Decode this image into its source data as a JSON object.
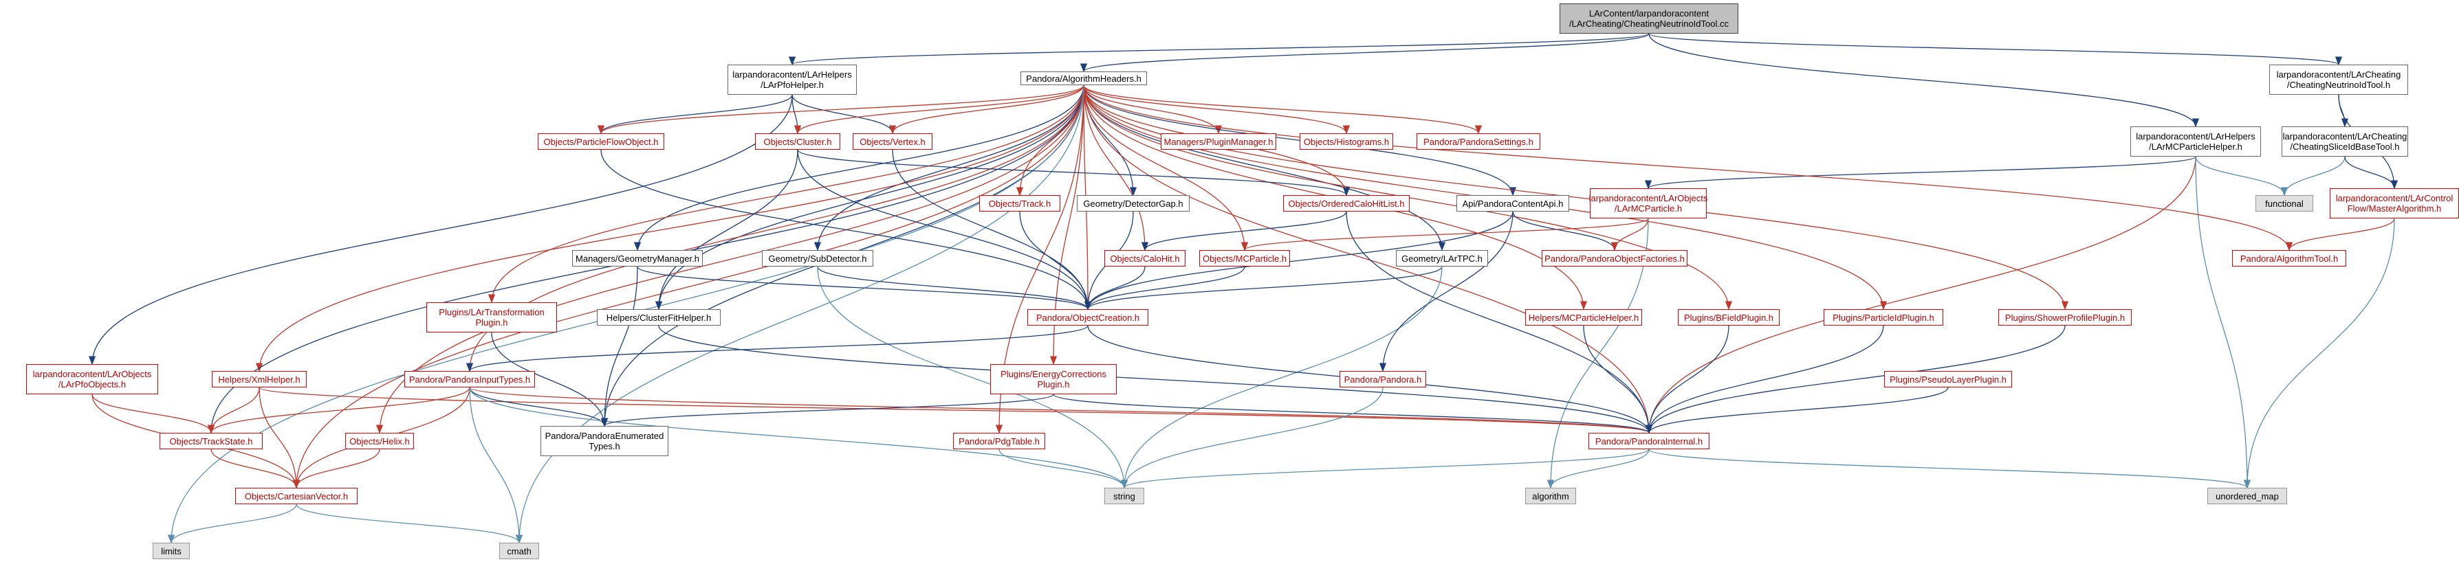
{
  "edge_colors": {
    "navy": "#1c3e7a",
    "red": "#c0392b",
    "teal": "#5a8fb0",
    "grey": "#808080"
  },
  "nodes": [
    {
      "id": "root",
      "label": "LArContent/larpandoracontent\n/LArCheating/CheatingNeutrinoIdTool.cc",
      "kind": "root"
    },
    {
      "id": "lpfohelperh",
      "label": "larpandoracontent/LArHelpers\n/LArPfoHelper.h",
      "kind": "normal"
    },
    {
      "id": "algheaders",
      "label": "Pandora/AlgorithmHeaders.h",
      "kind": "normal"
    },
    {
      "id": "mcphelper",
      "label": "larpandoracontent/LArHelpers\n/LArMCParticleHelper.h",
      "kind": "normal"
    },
    {
      "id": "cheatnutool",
      "label": "larpandoracontent/LArCheating\n/CheatingNeutrinoIdTool.h",
      "kind": "normal"
    },
    {
      "id": "slicetool",
      "label": "larpandoracontent/LArCheating\n/CheatingSliceIdBaseTool.h",
      "kind": "normal"
    },
    {
      "id": "masteralg",
      "label": "larpandoracontent/LArControl\nFlow/MasterAlgorithm.h",
      "kind": "red"
    },
    {
      "id": "functional",
      "label": "functional",
      "kind": "sys"
    },
    {
      "id": "pfoobj",
      "label": "Objects/ParticleFlowObject.h",
      "kind": "red"
    },
    {
      "id": "cluster",
      "label": "Objects/Cluster.h",
      "kind": "red"
    },
    {
      "id": "vertex",
      "label": "Objects/Vertex.h",
      "kind": "red"
    },
    {
      "id": "pluginmgr",
      "label": "Managers/PluginManager.h",
      "kind": "red"
    },
    {
      "id": "histograms",
      "label": "Objects/Histograms.h",
      "kind": "red"
    },
    {
      "id": "pandorasettings",
      "label": "Pandora/PandoraSettings.h",
      "kind": "red"
    },
    {
      "id": "lmcparticle",
      "label": "larpandoracontent/LArObjects\n/LArMCParticle.h",
      "kind": "red"
    },
    {
      "id": "pcapi",
      "label": "Api/PandoraContentApi.h",
      "kind": "normal"
    },
    {
      "id": "orderedcalo",
      "label": "Objects/OrderedCaloHitList.h",
      "kind": "red"
    },
    {
      "id": "track",
      "label": "Objects/Track.h",
      "kind": "red"
    },
    {
      "id": "detgap",
      "label": "Geometry/DetectorGap.h",
      "kind": "normal"
    },
    {
      "id": "geommgr",
      "label": "Managers/GeometryManager.h",
      "kind": "normal"
    },
    {
      "id": "subdet",
      "label": "Geometry/SubDetector.h",
      "kind": "normal"
    },
    {
      "id": "calohit",
      "label": "Objects/CaloHit.h",
      "kind": "red"
    },
    {
      "id": "mcparticle",
      "label": "Objects/MCParticle.h",
      "kind": "red"
    },
    {
      "id": "lartpc",
      "label": "Geometry/LArTPC.h",
      "kind": "normal"
    },
    {
      "id": "objfactories",
      "label": "Pandora/PandoraObjectFactories.h",
      "kind": "red"
    },
    {
      "id": "algtool",
      "label": "Pandora/AlgorithmTool.h",
      "kind": "red"
    },
    {
      "id": "objcreation",
      "label": "Pandora/ObjectCreation.h",
      "kind": "red"
    },
    {
      "id": "transplugin",
      "label": "Plugins/LArTransformation\nPlugin.h",
      "kind": "red"
    },
    {
      "id": "clusterfit",
      "label": "Helpers/ClusterFitHelper.h",
      "kind": "normal"
    },
    {
      "id": "mcphelper2",
      "label": "Helpers/MCParticleHelper.h",
      "kind": "red"
    },
    {
      "id": "bfield",
      "label": "Plugins/BFieldPlugin.h",
      "kind": "red"
    },
    {
      "id": "pidplugin",
      "label": "Plugins/ParticleIdPlugin.h",
      "kind": "red"
    },
    {
      "id": "showerplugin",
      "label": "Plugins/ShowerProfilePlugin.h",
      "kind": "red"
    },
    {
      "id": "lpfoobjects",
      "label": "larpandoracontent/LArObjects\n/LArPfoObjects.h",
      "kind": "red"
    },
    {
      "id": "xmlhelper",
      "label": "Helpers/XmlHelper.h",
      "kind": "red"
    },
    {
      "id": "inputtypes",
      "label": "Pandora/PandoraInputTypes.h",
      "kind": "red"
    },
    {
      "id": "energycorr",
      "label": "Plugins/EnergyCorrections\nPlugin.h",
      "kind": "red"
    },
    {
      "id": "pandorah",
      "label": "Pandora/Pandora.h",
      "kind": "red"
    },
    {
      "id": "pseudolayer",
      "label": "Plugins/PseudoLayerPlugin.h",
      "kind": "red"
    },
    {
      "id": "trackstate",
      "label": "Objects/TrackState.h",
      "kind": "red"
    },
    {
      "id": "helix",
      "label": "Objects/Helix.h",
      "kind": "red"
    },
    {
      "id": "enumtypes",
      "label": "Pandora/PandoraEnumerated\nTypes.h",
      "kind": "normal"
    },
    {
      "id": "pdgtable",
      "label": "Pandora/PdgTable.h",
      "kind": "red"
    },
    {
      "id": "internal",
      "label": "Pandora/PandoraInternal.h",
      "kind": "red"
    },
    {
      "id": "cartesian",
      "label": "Objects/CartesianVector.h",
      "kind": "red"
    },
    {
      "id": "string",
      "label": "string",
      "kind": "sys"
    },
    {
      "id": "algorithm",
      "label": "algorithm",
      "kind": "sys"
    },
    {
      "id": "unordered",
      "label": "unordered_map",
      "kind": "sys"
    },
    {
      "id": "limits",
      "label": "limits",
      "kind": "sys"
    },
    {
      "id": "cmath",
      "label": "cmath",
      "kind": "sys"
    }
  ],
  "edges": [
    [
      "root",
      "lpfohelperh",
      "navy"
    ],
    [
      "root",
      "algheaders",
      "navy"
    ],
    [
      "root",
      "mcphelper",
      "navy"
    ],
    [
      "root",
      "cheatnutool",
      "navy"
    ],
    [
      "cheatnutool",
      "slicetool",
      "navy"
    ],
    [
      "cheatnutool",
      "masteralg",
      "navy"
    ],
    [
      "slicetool",
      "functional",
      "teal"
    ],
    [
      "slicetool",
      "masteralg",
      "navy"
    ],
    [
      "masteralg",
      "algtool",
      "red"
    ],
    [
      "masteralg",
      "unordered",
      "teal"
    ],
    [
      "lpfohelperh",
      "cluster",
      "navy"
    ],
    [
      "lpfohelperh",
      "pfoobj",
      "navy"
    ],
    [
      "lpfohelperh",
      "vertex",
      "navy"
    ],
    [
      "lpfohelperh",
      "lpfoobjects",
      "navy"
    ],
    [
      "mcphelper",
      "functional",
      "teal"
    ],
    [
      "mcphelper",
      "lmcparticle",
      "navy"
    ],
    [
      "mcphelper",
      "internal",
      "red"
    ],
    [
      "mcphelper",
      "unordered",
      "teal"
    ],
    [
      "algheaders",
      "pfoobj",
      "red"
    ],
    [
      "algheaders",
      "cluster",
      "red"
    ],
    [
      "algheaders",
      "vertex",
      "red"
    ],
    [
      "algheaders",
      "pluginmgr",
      "red"
    ],
    [
      "algheaders",
      "histograms",
      "red"
    ],
    [
      "algheaders",
      "pandorasettings",
      "red"
    ],
    [
      "algheaders",
      "pcapi",
      "navy"
    ],
    [
      "algheaders",
      "orderedcalo",
      "red"
    ],
    [
      "algheaders",
      "track",
      "red"
    ],
    [
      "algheaders",
      "detgap",
      "navy"
    ],
    [
      "algheaders",
      "geommgr",
      "navy"
    ],
    [
      "algheaders",
      "subdet",
      "navy"
    ],
    [
      "algheaders",
      "calohit",
      "red"
    ],
    [
      "algheaders",
      "mcparticle",
      "red"
    ],
    [
      "algheaders",
      "lartpc",
      "navy"
    ],
    [
      "algheaders",
      "algtool",
      "red"
    ],
    [
      "algheaders",
      "objcreation",
      "red"
    ],
    [
      "algheaders",
      "transplugin",
      "red"
    ],
    [
      "algheaders",
      "clusterfit",
      "navy"
    ],
    [
      "algheaders",
      "mcphelper2",
      "red"
    ],
    [
      "algheaders",
      "bfield",
      "red"
    ],
    [
      "algheaders",
      "pidplugin",
      "red"
    ],
    [
      "algheaders",
      "showerplugin",
      "red"
    ],
    [
      "algheaders",
      "xmlhelper",
      "red"
    ],
    [
      "algheaders",
      "inputtypes",
      "red"
    ],
    [
      "algheaders",
      "energycorr",
      "red"
    ],
    [
      "algheaders",
      "trackstate",
      "navy"
    ],
    [
      "algheaders",
      "helix",
      "red"
    ],
    [
      "algheaders",
      "enumtypes",
      "navy"
    ],
    [
      "algheaders",
      "pdgtable",
      "red"
    ],
    [
      "algheaders",
      "internal",
      "red"
    ],
    [
      "algheaders",
      "cartesian",
      "red"
    ],
    [
      "algheaders",
      "limits",
      "teal"
    ],
    [
      "algheaders",
      "cmath",
      "teal"
    ],
    [
      "pfoobj",
      "objcreation",
      "navy"
    ],
    [
      "cluster",
      "objcreation",
      "navy"
    ],
    [
      "cluster",
      "orderedcalo",
      "navy"
    ],
    [
      "cluster",
      "clusterfit",
      "navy"
    ],
    [
      "vertex",
      "objcreation",
      "navy"
    ],
    [
      "track",
      "objcreation",
      "navy"
    ],
    [
      "detgap",
      "objcreation",
      "navy"
    ],
    [
      "geommgr",
      "objcreation",
      "navy"
    ],
    [
      "geommgr",
      "enumtypes",
      "navy"
    ],
    [
      "subdet",
      "objcreation",
      "navy"
    ],
    [
      "subdet",
      "string",
      "teal"
    ],
    [
      "calohit",
      "objcreation",
      "navy"
    ],
    [
      "mcparticle",
      "objcreation",
      "navy"
    ],
    [
      "lartpc",
      "objcreation",
      "navy"
    ],
    [
      "lartpc",
      "string",
      "teal"
    ],
    [
      "orderedcalo",
      "calohit",
      "navy"
    ],
    [
      "orderedcalo",
      "internal",
      "navy"
    ],
    [
      "pcapi",
      "objfactories",
      "navy"
    ],
    [
      "pcapi",
      "objcreation",
      "navy"
    ],
    [
      "pcapi",
      "pandorah",
      "navy"
    ],
    [
      "lmcparticle",
      "objfactories",
      "red"
    ],
    [
      "lmcparticle",
      "mcparticle",
      "red"
    ],
    [
      "lmcparticle",
      "algorithm",
      "teal"
    ],
    [
      "objcreation",
      "inputtypes",
      "navy"
    ],
    [
      "objcreation",
      "internal",
      "navy"
    ],
    [
      "transplugin",
      "enumtypes",
      "navy"
    ],
    [
      "clusterfit",
      "internal",
      "navy"
    ],
    [
      "mcphelper2",
      "internal",
      "navy"
    ],
    [
      "bfield",
      "internal",
      "navy"
    ],
    [
      "pidplugin",
      "internal",
      "navy"
    ],
    [
      "showerplugin",
      "internal",
      "navy"
    ],
    [
      "lpfoobjects",
      "trackstate",
      "red"
    ],
    [
      "lpfoobjects",
      "cartesian",
      "red"
    ],
    [
      "xmlhelper",
      "trackstate",
      "red"
    ],
    [
      "xmlhelper",
      "cartesian",
      "red"
    ],
    [
      "xmlhelper",
      "internal",
      "red"
    ],
    [
      "inputtypes",
      "trackstate",
      "red"
    ],
    [
      "inputtypes",
      "cartesian",
      "red"
    ],
    [
      "inputtypes",
      "enumtypes",
      "navy"
    ],
    [
      "inputtypes",
      "internal",
      "red"
    ],
    [
      "inputtypes",
      "string",
      "teal"
    ],
    [
      "inputtypes",
      "cmath",
      "teal"
    ],
    [
      "energycorr",
      "enumtypes",
      "navy"
    ],
    [
      "energycorr",
      "internal",
      "navy"
    ],
    [
      "pandorah",
      "string",
      "teal"
    ],
    [
      "pseudolayer",
      "internal",
      "navy"
    ],
    [
      "trackstate",
      "cartesian",
      "red"
    ],
    [
      "helix",
      "cartesian",
      "red"
    ],
    [
      "pdgtable",
      "string",
      "teal"
    ],
    [
      "internal",
      "string",
      "teal"
    ],
    [
      "internal",
      "algorithm",
      "teal"
    ],
    [
      "internal",
      "unordered",
      "teal"
    ],
    [
      "cartesian",
      "limits",
      "teal"
    ],
    [
      "cartesian",
      "cmath",
      "teal"
    ]
  ]
}
